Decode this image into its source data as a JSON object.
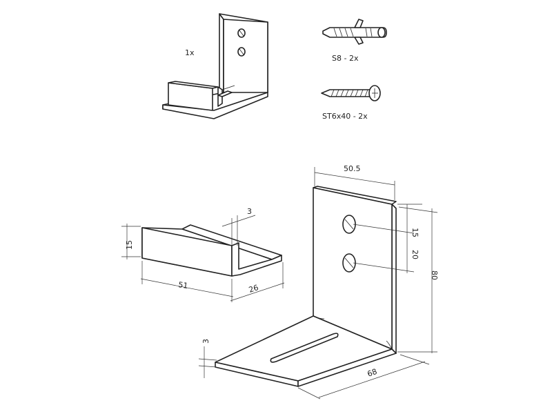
{
  "parts": {
    "bracket_qty": "1x",
    "plug_label": "S8 - 2x",
    "screw_label": "ST6x40 - 2x"
  },
  "dimensions": {
    "width_top": "50.5",
    "hole_top": "15",
    "hole_gap": "20",
    "height": "80",
    "depth": "68",
    "thickness_base": "3",
    "thickness_guide": "3",
    "guide_height": "15",
    "guide_length": "51",
    "guide_depth": "26"
  },
  "icons": [
    "wall-plug-icon",
    "screw-icon"
  ]
}
